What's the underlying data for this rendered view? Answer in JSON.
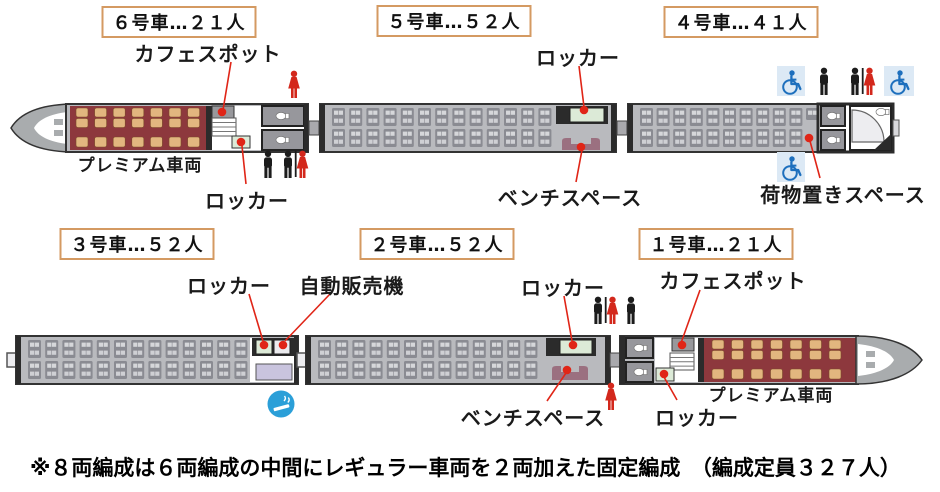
{
  "cars": {
    "car6": {
      "label": "６号車…２１人",
      "capacity": 21
    },
    "car5": {
      "label": "５号車…５２人",
      "capacity": 52
    },
    "car4": {
      "label": "４号車…４１人",
      "capacity": 41
    },
    "car3": {
      "label": "３号車…５２人",
      "capacity": 52
    },
    "car2": {
      "label": "２号車…５２人",
      "capacity": 52
    },
    "car1": {
      "label": "１号車…２１人",
      "capacity": 21
    }
  },
  "annotations": {
    "cafe6": "カフェスポット",
    "locker6": "ロッカー",
    "premium6": "プレミアム車両",
    "locker5": "ロッカー",
    "bench5": "ベンチスペース",
    "luggage4": "荷物置きスペース",
    "locker3": "ロッカー",
    "vending3": "自動販売機",
    "locker2": "ロッカー",
    "bench2": "ベンチスペース",
    "cafe1": "カフェスポット",
    "locker1": "ロッカー",
    "premium1": "プレミアム車両"
  },
  "footer_note": "※８両編成は６両編成の中間にレギュラー車両を２両加えた固定編成　（編成定員３２７人）",
  "icons": {
    "smoking": "smoking-area-icon",
    "wheelchair": "wheelchair-accessible-icon",
    "men_restroom": "men-restroom-icon",
    "women_restroom": "women-restroom-icon"
  },
  "colors": {
    "premium_car": "#8d383d",
    "premium_seat": "#e2b67f",
    "regular_car": "#b9babe",
    "regular_seat": "#8a8b92",
    "locker": "#dcead7",
    "bench": "#9b7080",
    "smoking_room": "#c9c4de",
    "marker_red": "#e02517",
    "wheelchair_blue": "#1d6fbd",
    "smoking_circle": "#2b9fd8",
    "label_box_border": "#d49a62"
  }
}
